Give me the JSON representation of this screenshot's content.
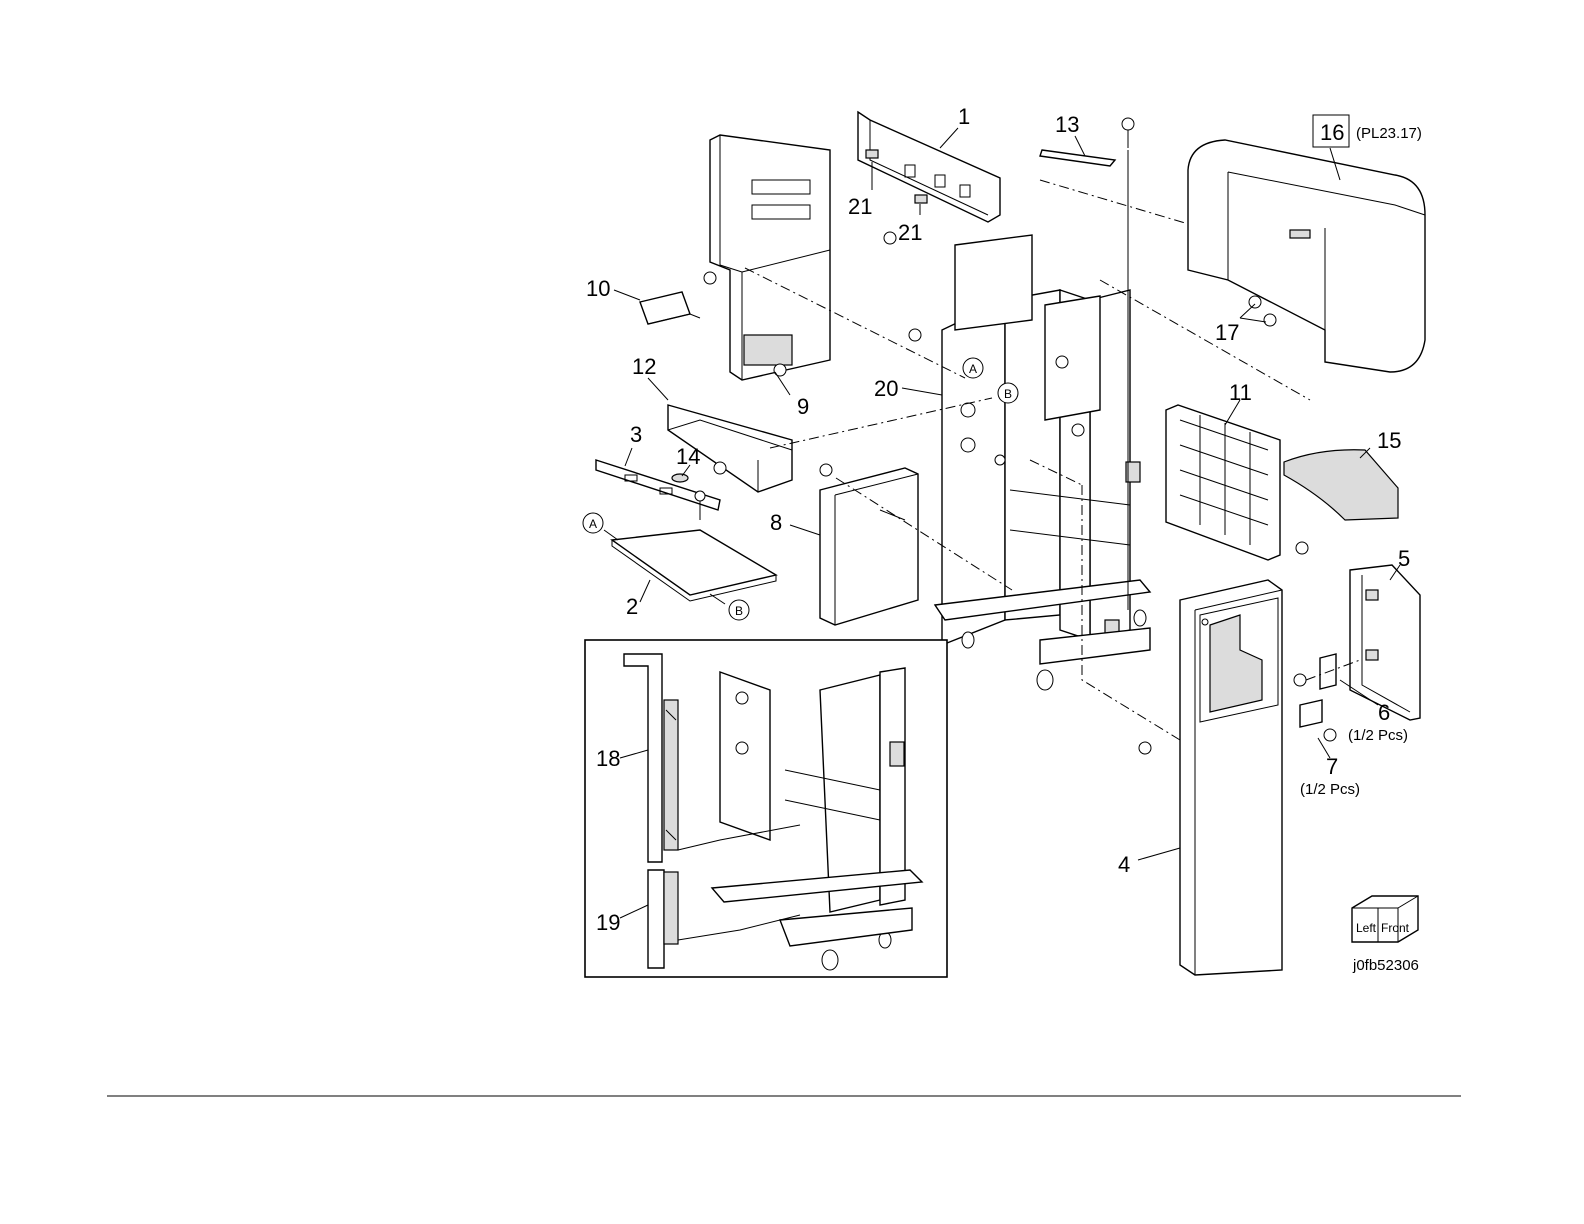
{
  "diagram": {
    "callouts": {
      "c1": "1",
      "c2": "2",
      "c3": "3",
      "c4": "4",
      "c5": "5",
      "c6": "6",
      "c7": "7",
      "c8": "8",
      "c9": "9",
      "c10": "10",
      "c11": "11",
      "c12": "12",
      "c13": "13",
      "c14": "14",
      "c15": "15",
      "c16": "16",
      "c17": "17",
      "c18": "18",
      "c19": "19",
      "c20": "20",
      "c21a": "21",
      "c21b": "21"
    },
    "reference_note": "(PL23.17)",
    "qty_6": "(1/2 Pcs)",
    "qty_7": "(1/2 Pcs)",
    "marker_a": "A",
    "marker_b": "B",
    "orientation": {
      "left": "Left",
      "front": "Front"
    },
    "figure_id": "j0fb52306"
  }
}
